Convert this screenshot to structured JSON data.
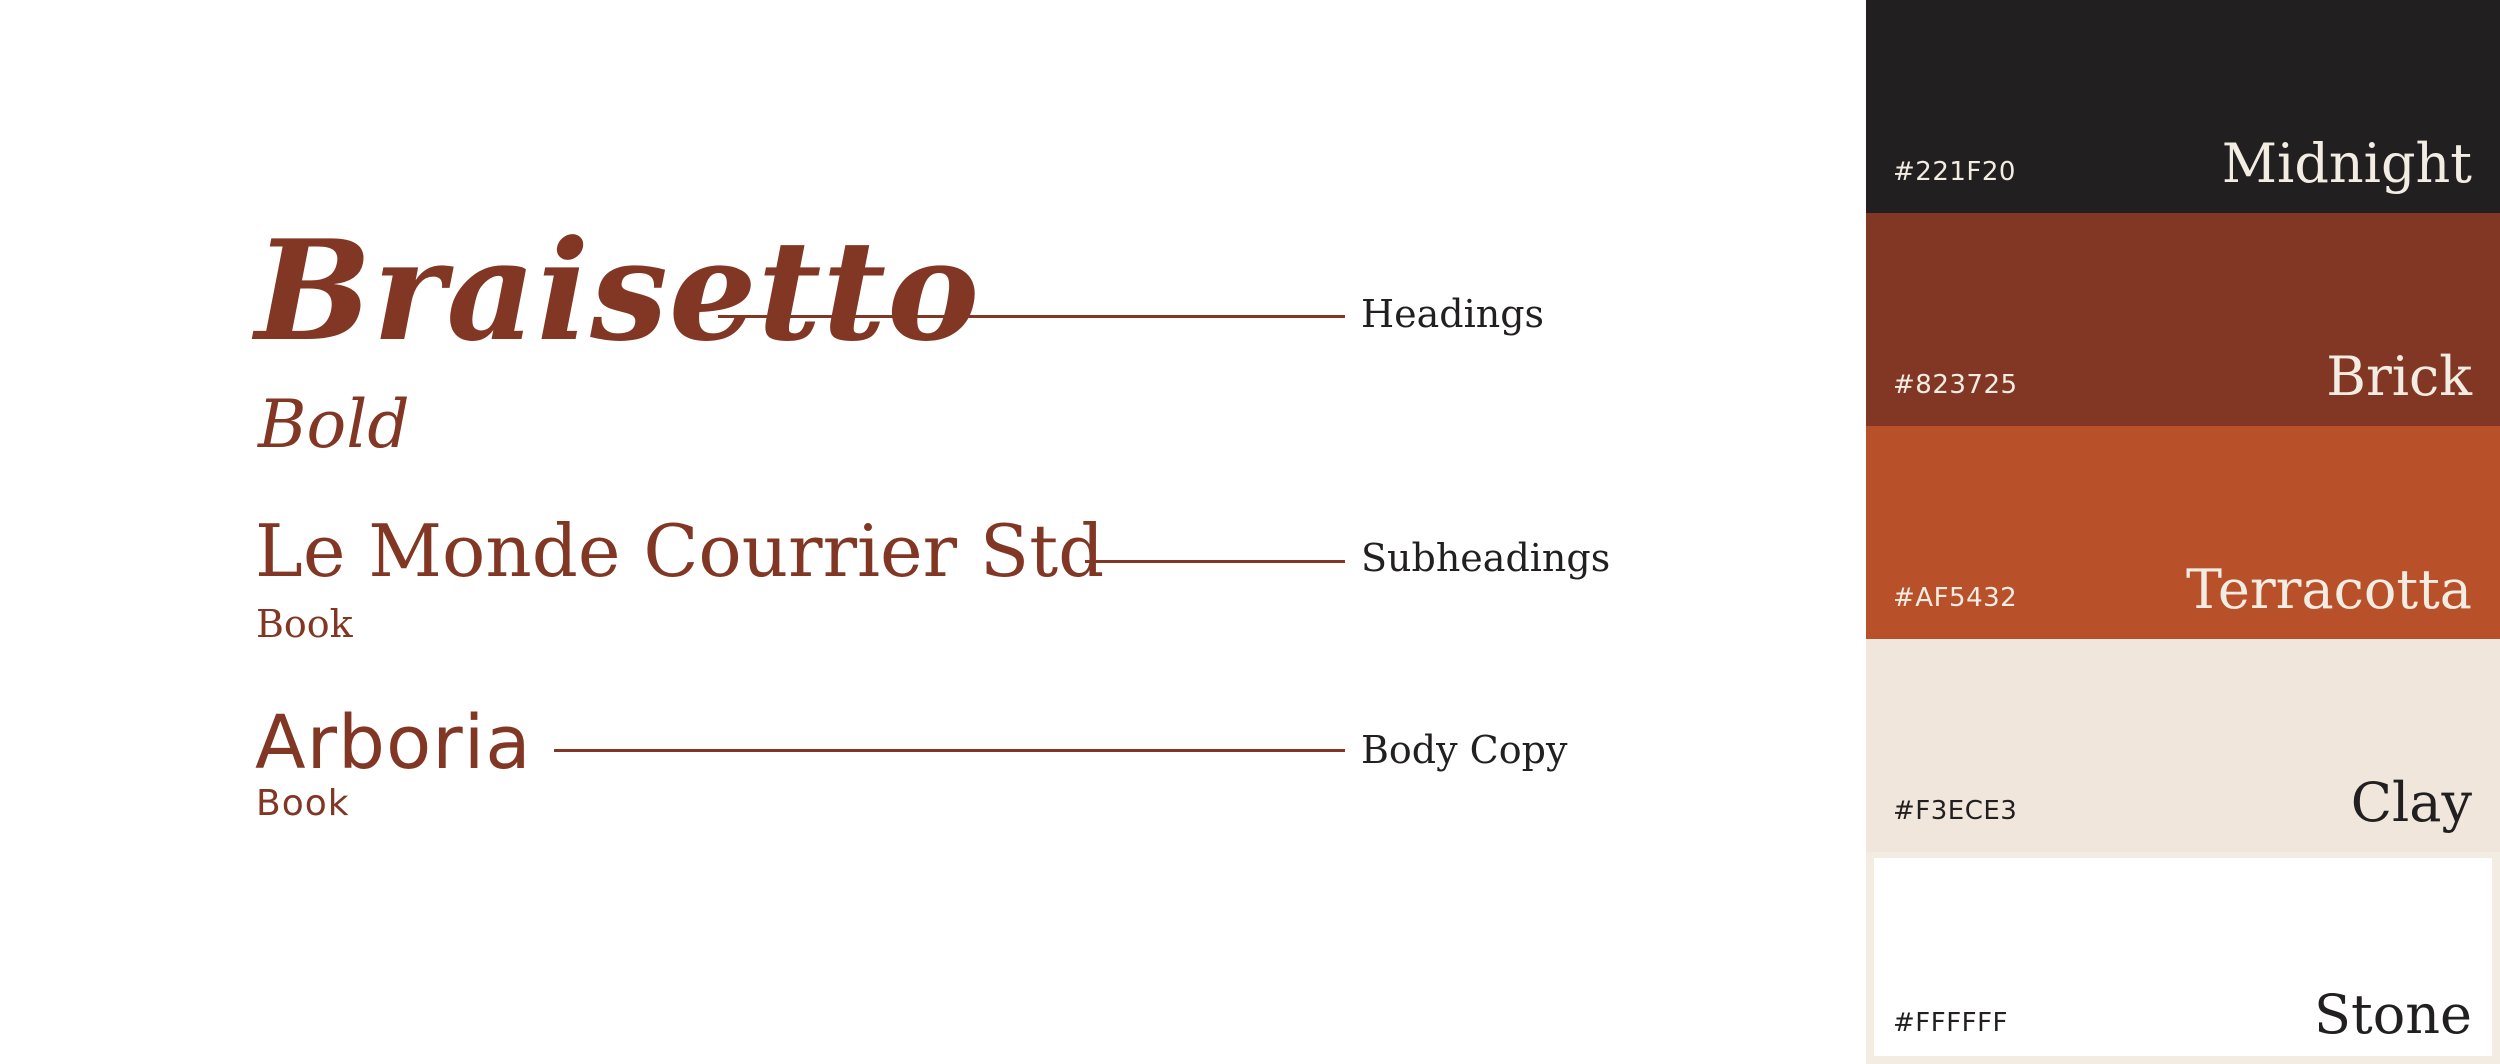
{
  "typography": [
    {
      "font": "Braisetto",
      "weight": "Bold",
      "usage": "Headings"
    },
    {
      "font": "Le Monde Courrier Std",
      "weight": "Book",
      "usage": "Subheadings"
    },
    {
      "font": "Arboria",
      "weight": "Book",
      "usage": "Body Copy"
    }
  ],
  "palette": [
    {
      "name": "Midnight",
      "hex": "#221F20",
      "color": "#221F20",
      "text_color": "#F3ECE3"
    },
    {
      "name": "Brick",
      "hex": "#823725",
      "color": "#823725",
      "text_color": "#F3ECE3"
    },
    {
      "name": "Terracotta",
      "hex": "#AF5432",
      "color": "#B8502A",
      "text_color": "#F3ECE3"
    },
    {
      "name": "Clay",
      "hex": "#F3ECE3",
      "color": "#F0E6DC",
      "text_color": "#221F20"
    },
    {
      "name": "Stone",
      "hex": "#FFFFFF",
      "color": "#FFFFFF",
      "text_color": "#221F20"
    }
  ],
  "accent_color": "#823725"
}
